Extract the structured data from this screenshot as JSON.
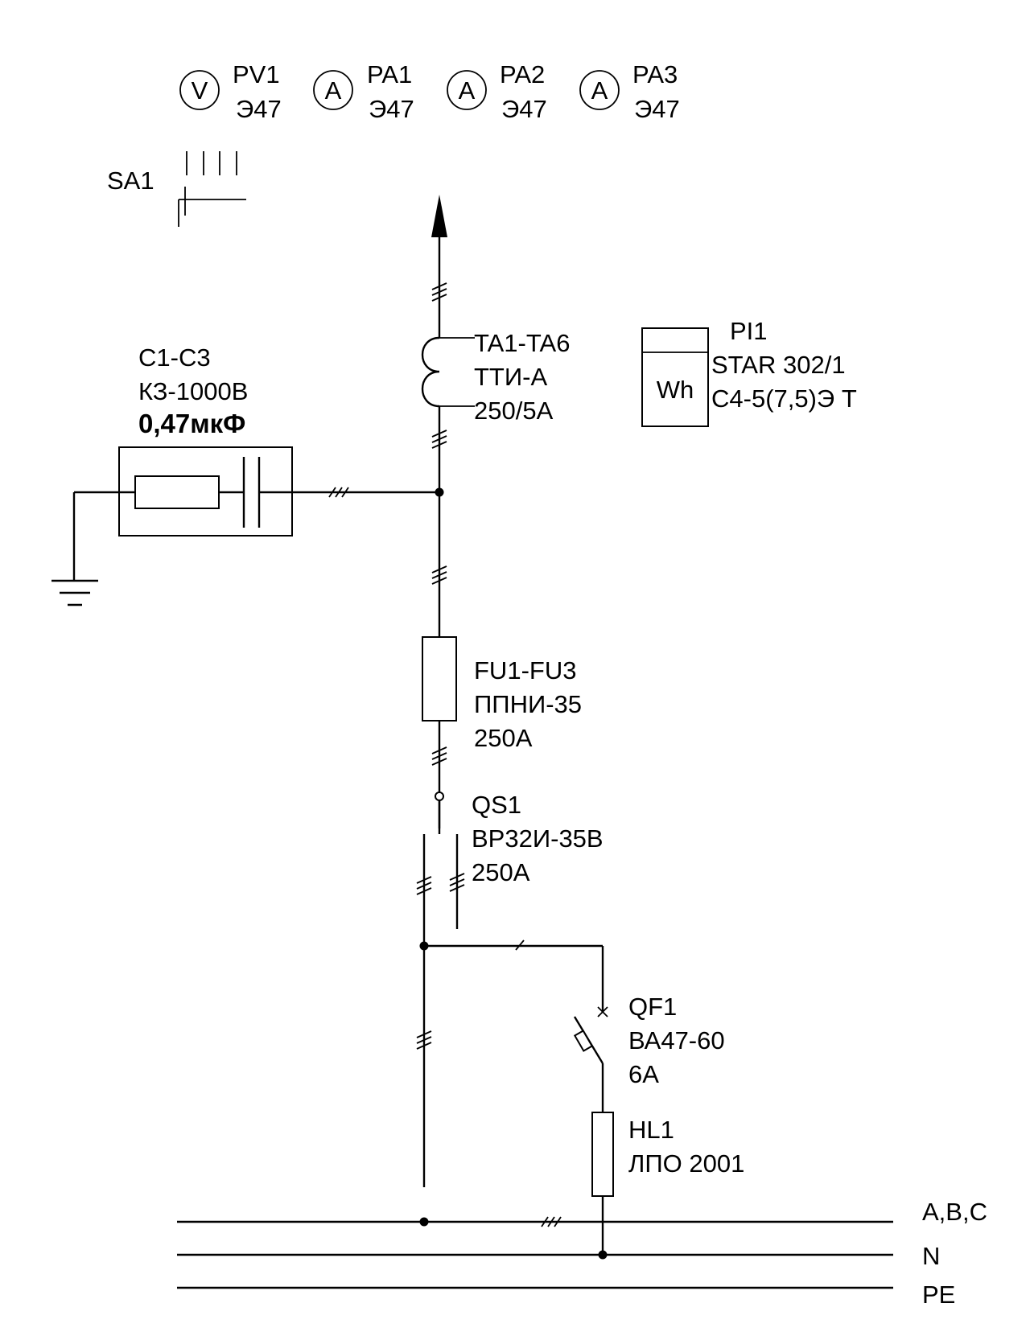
{
  "meters": [
    {
      "symbol": "V",
      "name": "PV1",
      "type": "Э47"
    },
    {
      "symbol": "A",
      "name": "PA1",
      "type": "Э47"
    },
    {
      "symbol": "A",
      "name": "PA2",
      "type": "Э47"
    },
    {
      "symbol": "A",
      "name": "PA3",
      "type": "Э47"
    }
  ],
  "switch_sa1": {
    "name": "SA1"
  },
  "capacitor": {
    "name": "C1-C3",
    "type": "КЗ-1000В",
    "value": "0,47мкФ"
  },
  "current_transformer": {
    "name": "TA1-TA6",
    "type": "ТТИ-А",
    "rating": "250/5А"
  },
  "energy_meter": {
    "name": "PI1",
    "symbol": "Wh",
    "model": "STAR 302/1",
    "type": "С4-5(7,5)Э Т"
  },
  "fuse": {
    "name": "FU1-FU3",
    "type": "ППНИ-35",
    "rating": "250А"
  },
  "disconnector": {
    "name": "QS1",
    "type": "ВР32И-35В",
    "rating": "250А"
  },
  "breaker": {
    "name": "QF1",
    "type": "ВА47-60",
    "rating": "6А"
  },
  "lamp": {
    "name": "HL1",
    "type": "ЛПО 2001"
  },
  "buses": [
    {
      "label": "A,B,C"
    },
    {
      "label": "N"
    },
    {
      "label": "PE"
    }
  ]
}
